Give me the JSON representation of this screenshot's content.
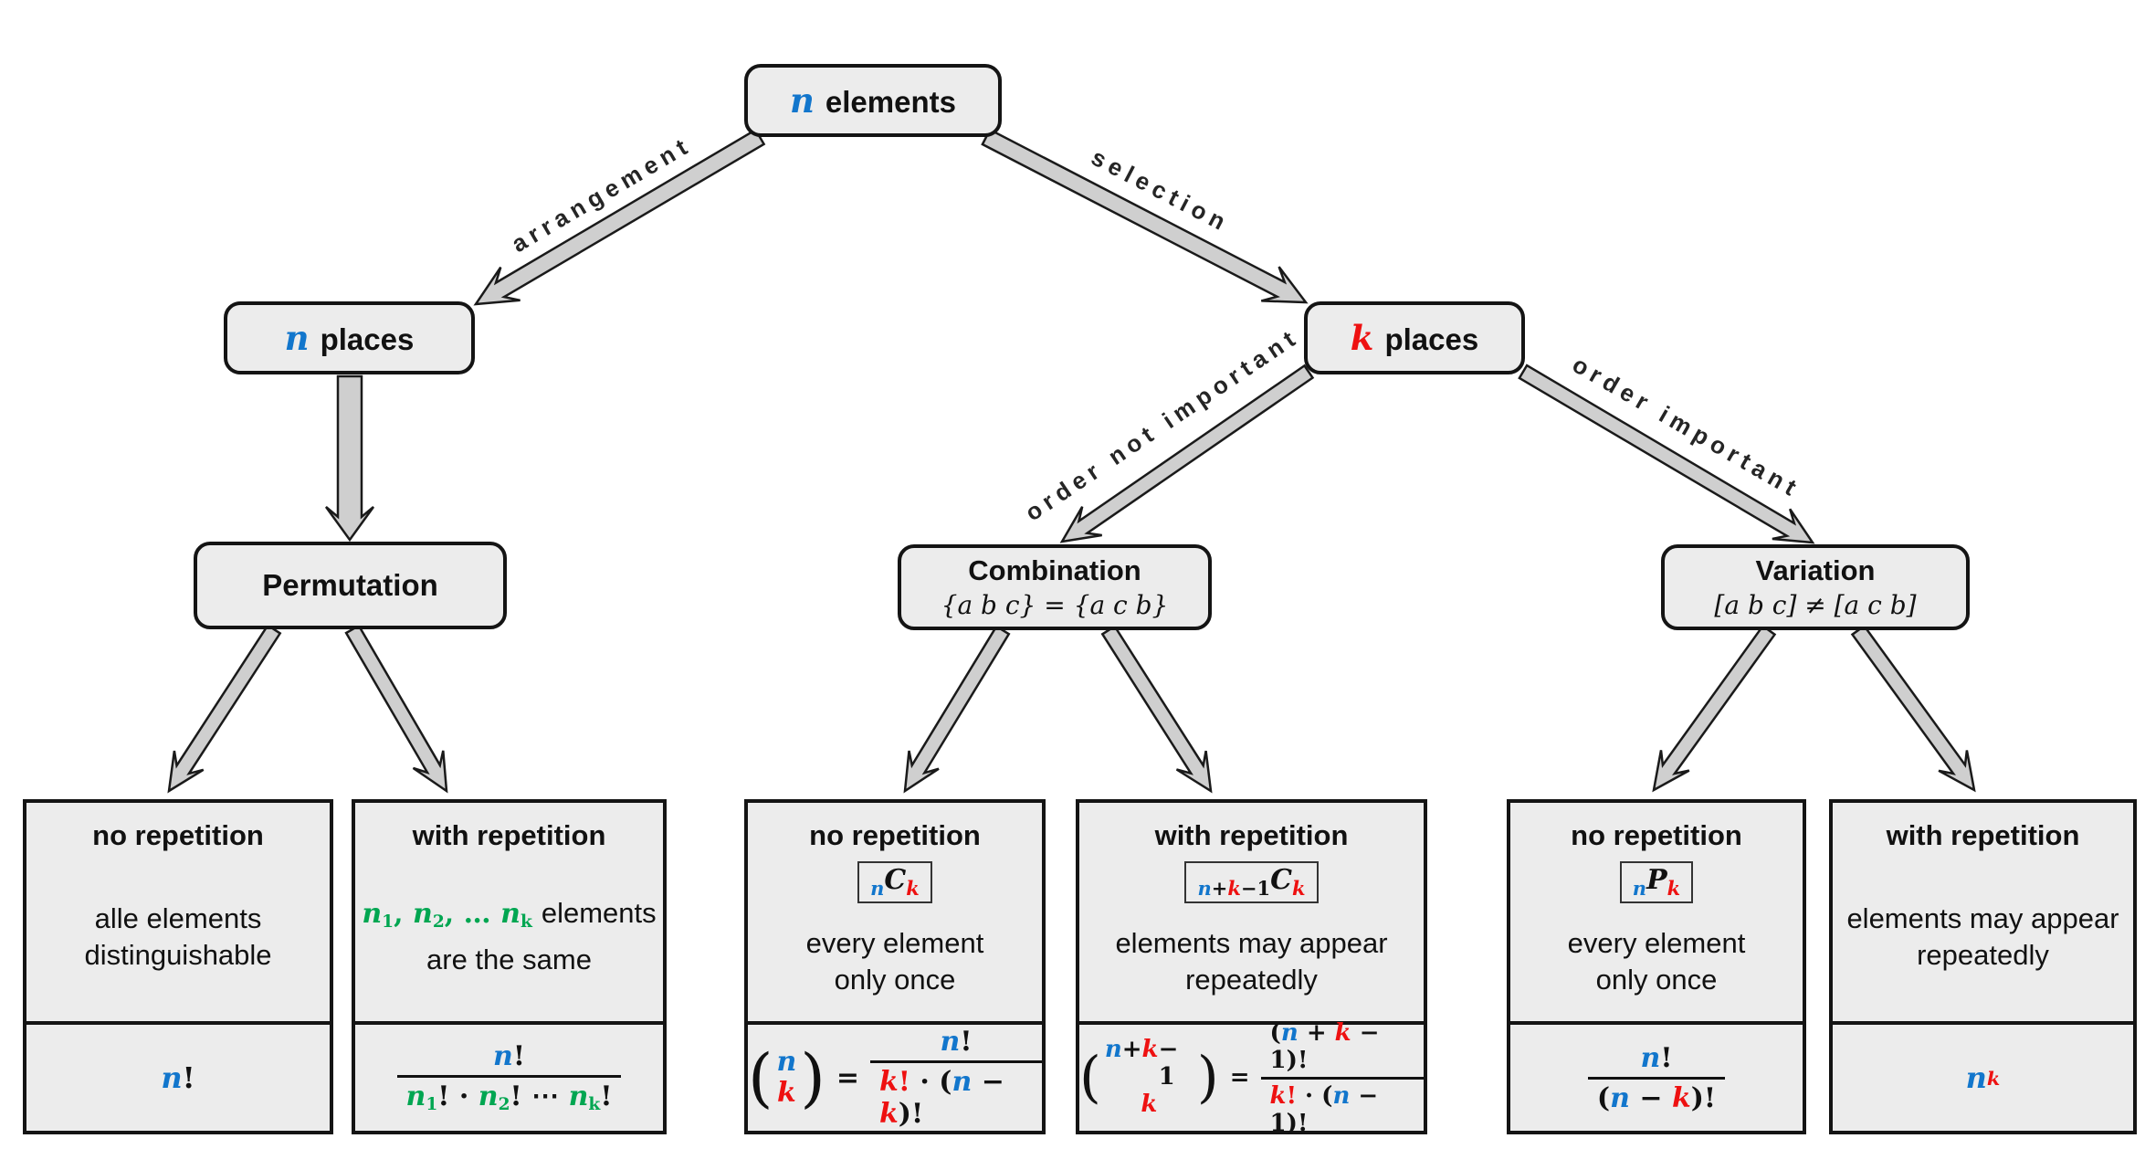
{
  "colors": {
    "blue": "#1276cc",
    "red": "#ee1111",
    "green": "#00a651",
    "node_bg": "#ececec",
    "arrow_fill": "#cfcfcf",
    "border": "#141414"
  },
  "nodes": {
    "root": {
      "var": "n",
      "label": "elements"
    },
    "n_places": {
      "var": "n",
      "label": "places"
    },
    "k_places": {
      "var": "k",
      "label": "places"
    },
    "permutation": {
      "title": "Permutation"
    },
    "combination": {
      "title": "Combination",
      "subtitle": "{a b c} = {a c b}"
    },
    "variation": {
      "title": "Variation",
      "subtitle": "[a b c] ≠ [a c b]"
    }
  },
  "edges": {
    "arrangement": "arrangement",
    "selection": "selection",
    "order_not_important": "order not important",
    "order_important": "order important"
  },
  "leaves": [
    {
      "title": "no repetition",
      "desc": [
        "alle elements",
        "distinguishable"
      ],
      "formula": {
        "n": "n",
        "excl": "!"
      }
    },
    {
      "title": "with repetition",
      "desc_math": {
        "v1": "n",
        "s1": "1",
        "c1": ", ",
        "v2": "n",
        "s2": "2",
        "c2": ", … ",
        "v3": "n",
        "s3": "k"
      },
      "desc_rest": "elements",
      "desc2": "are the same",
      "formula": {
        "num_n": "n",
        "num_excl": "!",
        "d_v1": "n",
        "d_s1": "1",
        "d_p1": "! · ",
        "d_v2": "n",
        "d_s2": "2",
        "d_p2": "! ⋯ ",
        "d_v3": "n",
        "d_s3": "k",
        "d_p3": "!"
      }
    },
    {
      "title": "no repetition",
      "badge": {
        "pre": "n",
        "letter": "C",
        "post": "k"
      },
      "desc": [
        "every element",
        "only once"
      ],
      "formula": {
        "t": "n",
        "b": "k",
        "eq": "=",
        "num_n": "n",
        "num_excl": "!",
        "dk": "k",
        "dke": "!",
        "dop": " · (",
        "dn": "n",
        "dmin": " − ",
        "dk2": "k",
        "dcl": ")!"
      }
    },
    {
      "title": "with repetition",
      "badge": {
        "p1": "n",
        "p2": "+",
        "p3": "k",
        "p4": "−1",
        "letter": "C",
        "post": "k"
      },
      "desc": [
        "elements may appear",
        "repeatedly"
      ],
      "formula": {
        "t1": "n",
        "t2": " + ",
        "t3": "k",
        "t4": " − 1",
        "b": "k",
        "eq": "=",
        "n1": "(",
        "n2": "n",
        "n3": " + ",
        "n4": "k",
        "n5": " − 1",
        "n6": ")!",
        "d1": "k",
        "d2": "!",
        "d3": " · (",
        "d4": "n",
        "d5": " − 1",
        "d6": ")!"
      }
    },
    {
      "title": "no repetition",
      "badge": {
        "pre": "n",
        "letter": "P",
        "post": "k"
      },
      "desc": [
        "every element",
        "only once"
      ],
      "formula": {
        "num_n": "n",
        "num_excl": "!",
        "d1": "(",
        "d2": "n",
        "d3": " − ",
        "d4": "k",
        "d5": ")!"
      }
    },
    {
      "title": "with repetition",
      "desc": [
        "elements may appear",
        "repeatedly"
      ],
      "formula": {
        "base": "n",
        "sup": "k"
      }
    }
  ]
}
